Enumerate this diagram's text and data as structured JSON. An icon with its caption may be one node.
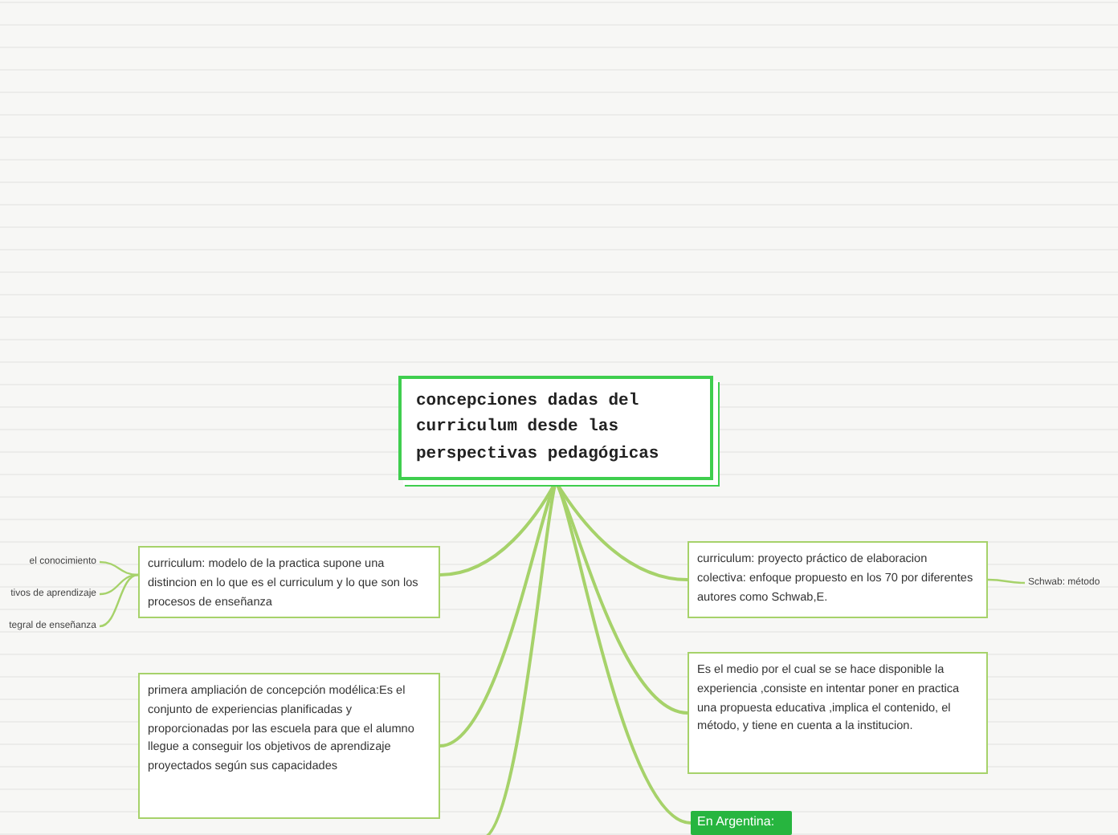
{
  "diagram": {
    "nodes": [
      {
        "text": [
          "concepciones dadas del curriculum desde las perspectivas pedagógicas"
        ]
      },
      {
        "text": [
          "curriculum: modelo de la practica supone una distincion en lo que es el curriculum y lo que son los procesos de enseñanza"
        ]
      },
      {
        "text": [
          "primera ampliación de concepción modélica:Es el conjunto de experiencias planificadas y proporcionadas  por las escuela para que el alumno llegue a conseguir los objetivos de aprendizaje proyectados según sus capacidades"
        ]
      },
      {
        "text": [
          "curriculum: proyecto práctico de elaboracion colectiva: enfoque propuesto en los  70 por diferentes autores como Schwab,E."
        ]
      },
      {
        "text": [
          "Es el medio por el cual se se hace disponible la experiencia ,consiste en intentar poner en practica una propuesta educativa ,implica el contenido, el método, y tiene en cuenta a la institucion."
        ]
      },
      {
        "text": [
          "En Argentina:"
        ]
      },
      {
        "text": [
          "el conocimiento"
        ]
      },
      {
        "text": [
          "tivos de aprendizaje"
        ]
      },
      {
        "text": [
          "tegral de enseñanza"
        ]
      },
      {
        "text": [
          "Schwab: método"
        ]
      }
    ],
    "edges": [
      {
        "from": 0,
        "to": 1,
        "arrow": "none"
      },
      {
        "from": 0,
        "to": 2,
        "arrow": "none"
      },
      {
        "from": 0,
        "to": null,
        "arrow": "none"
      },
      {
        "from": 0,
        "to": 3,
        "arrow": "none"
      },
      {
        "from": 0,
        "to": 4,
        "arrow": "none"
      },
      {
        "from": 0,
        "to": 5,
        "arrow": "none"
      },
      {
        "from": 1,
        "to": 6,
        "arrow": "none"
      },
      {
        "from": 1,
        "to": 7,
        "arrow": "none"
      },
      {
        "from": 1,
        "to": 8,
        "arrow": "none"
      },
      {
        "from": 3,
        "to": 9,
        "arrow": "none"
      }
    ]
  }
}
